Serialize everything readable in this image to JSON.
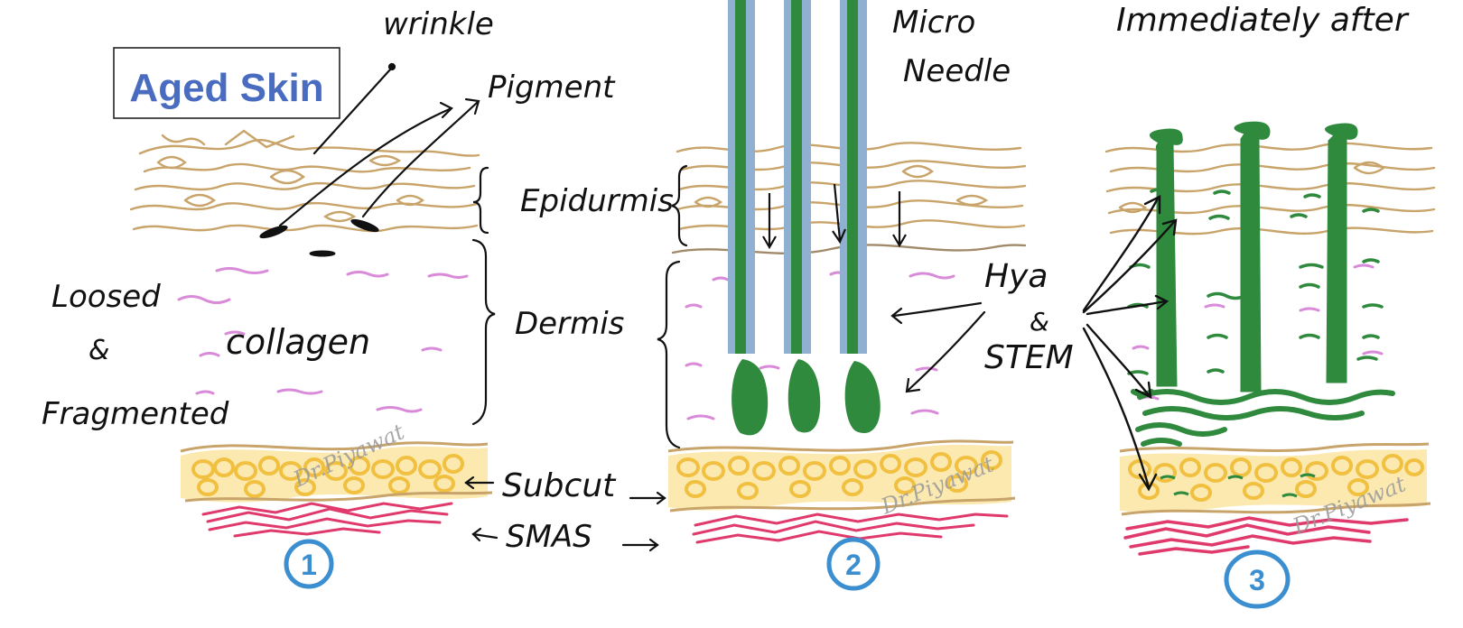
{
  "title": "Aged Skin",
  "labels": {
    "wrinkle": "wrinkle",
    "pigment": "Pigment",
    "epidermis": "Epidurmis",
    "dermis": "Dermis",
    "subcut": "Subcut",
    "smas": "SMAS",
    "collagen": "collagen",
    "loosed": "Loosed",
    "and_sym": "&",
    "fragmented": "Fragmented",
    "micro": "Micro",
    "needle": "Needle",
    "hya": "Hya",
    "stem": "STEM",
    "immediately_after": "Immediately after"
  },
  "watermarks": [
    "Dr.Piyawat",
    "Dr.Piyawat",
    "Dr.Piyawat"
  ],
  "panel_numbers": [
    "1",
    "2",
    "3"
  ],
  "colors": {
    "epidermis": "#c8a46a",
    "collagen": "#d98ad8",
    "fat": "#f1c040",
    "smas": "#e03a6c",
    "needle_blue": "#8fb0d0",
    "needle_green": "#2f8a3e",
    "circle": "#3b8fd0",
    "title": "#4a6cc0"
  }
}
